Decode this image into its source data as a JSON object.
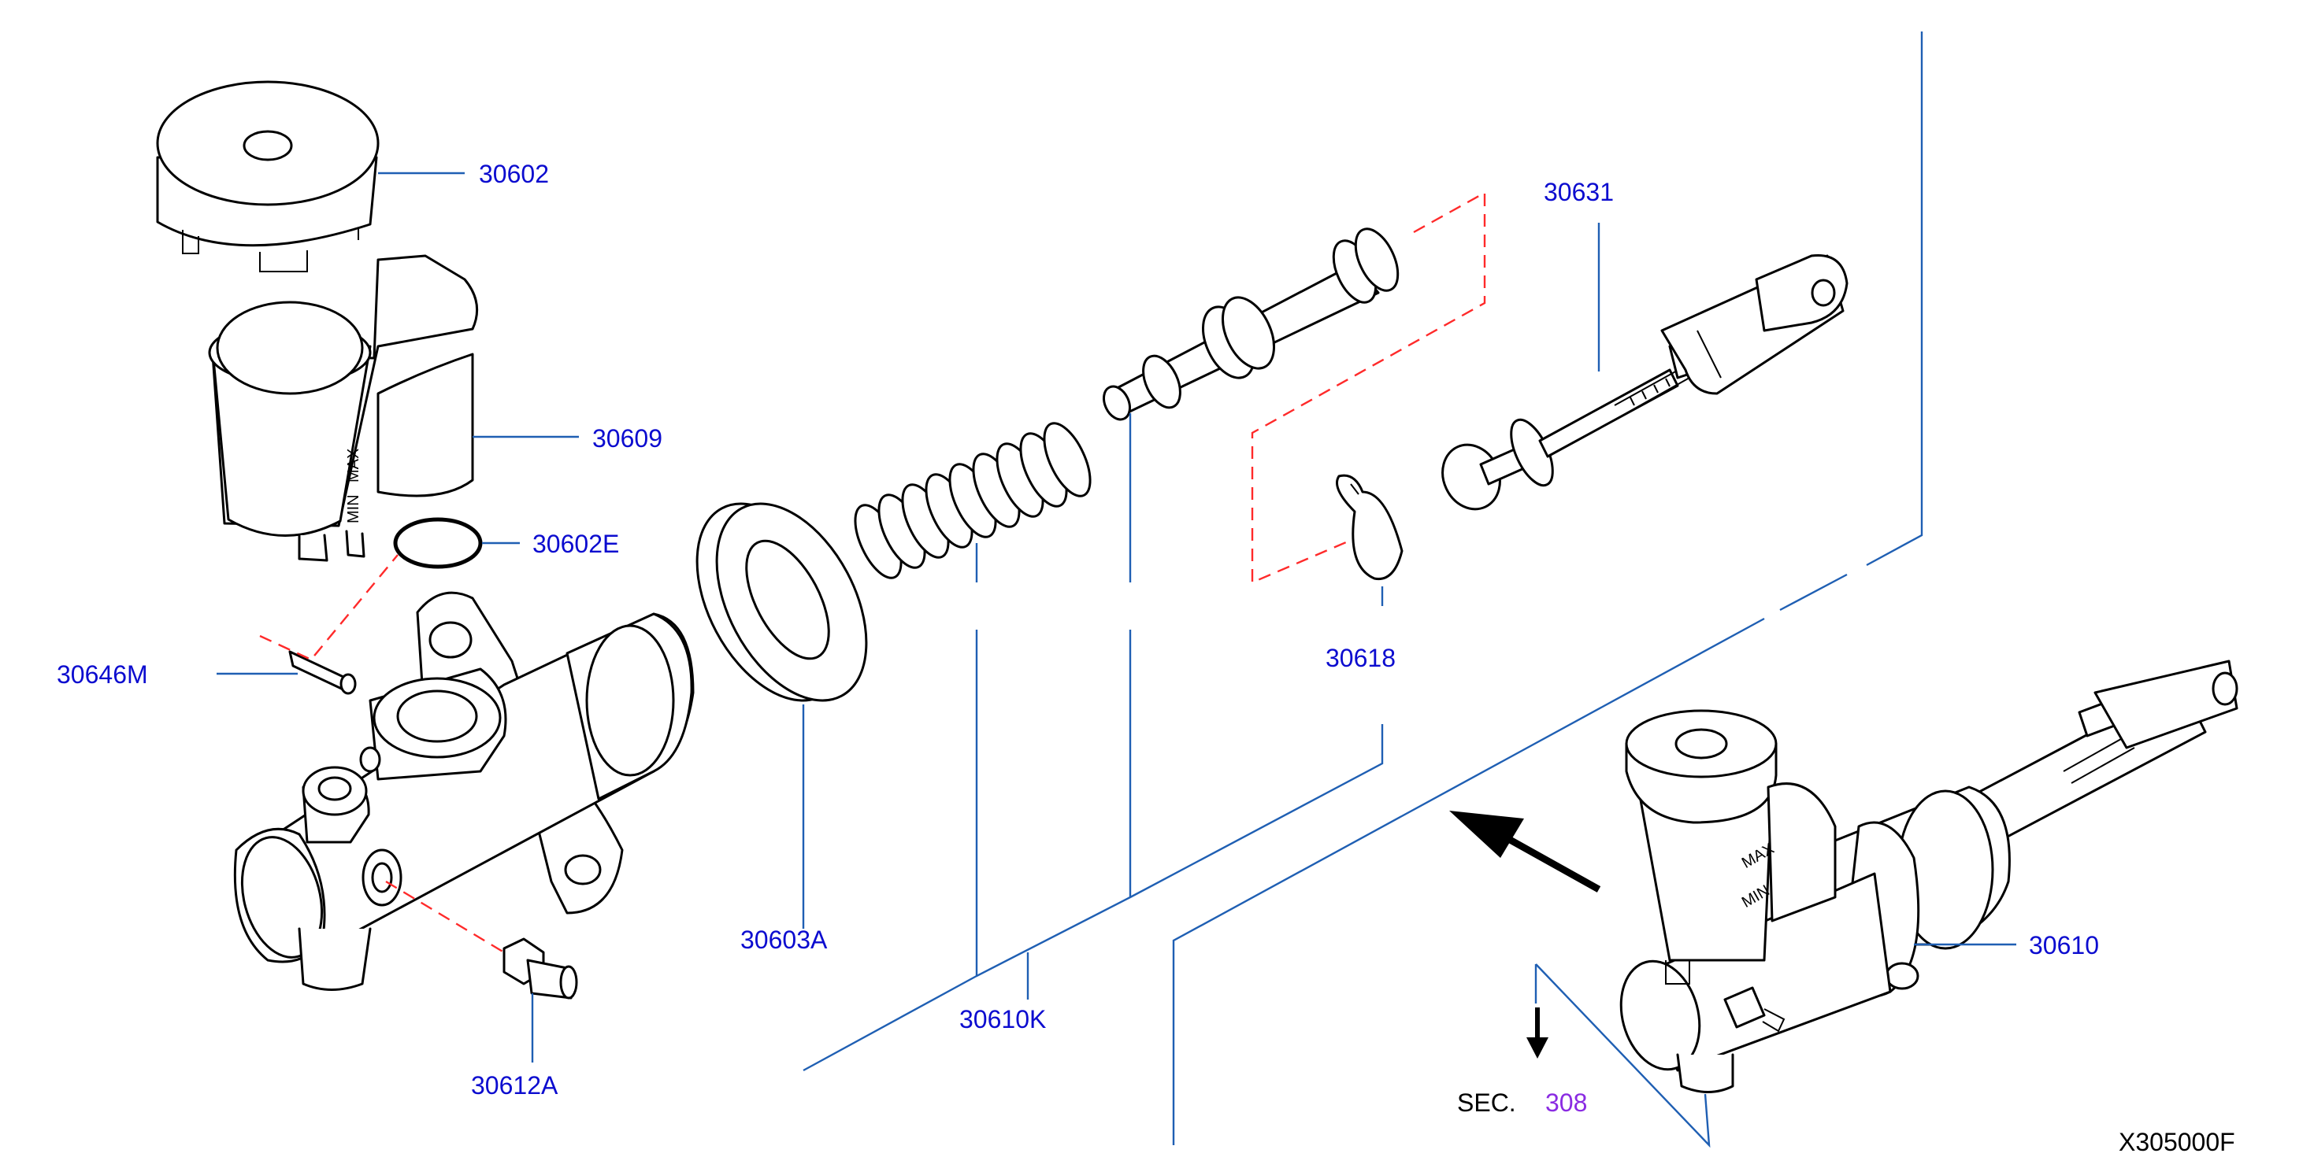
{
  "diagram": {
    "part_labels": {
      "p30602": "30602",
      "p30609": "30609",
      "p30602E": "30602E",
      "p30646M": "30646M",
      "p30603A": "30603A",
      "p30612A": "30612A",
      "p30610K": "30610K",
      "p30631": "30631",
      "p30618": "30618",
      "p30610": "30610"
    },
    "section_ref": {
      "prefix": "SEC.",
      "number": "308"
    },
    "figure_code": "X305000F",
    "reservoir_markings": {
      "max": "MAX",
      "min": "MIN"
    },
    "colors": {
      "part_label": "#0c0ccf",
      "leader_line": "#1f5fb3",
      "section_link": "#8a2be2",
      "dashed_guide": "#ff2a2a",
      "line_art": "#000000"
    }
  }
}
